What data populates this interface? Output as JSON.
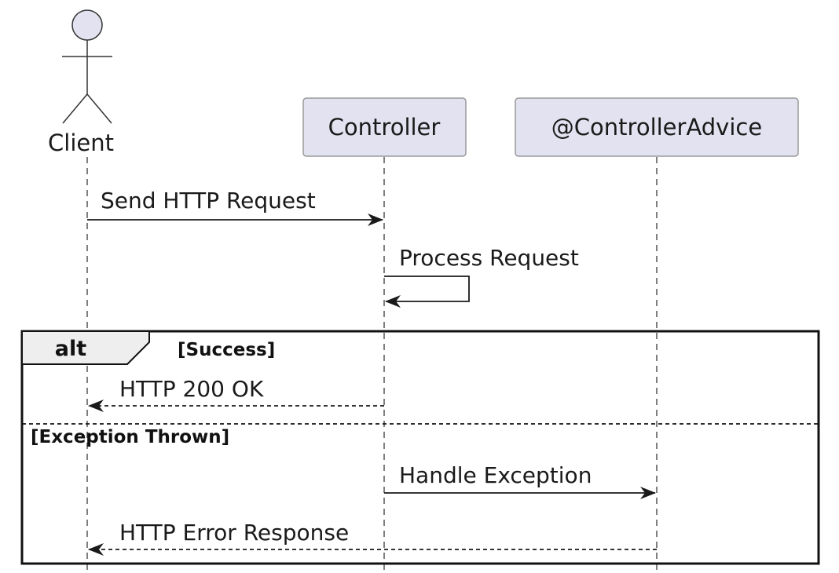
{
  "participants": {
    "client": "Client",
    "controller": "Controller",
    "advice": "@ControllerAdvice"
  },
  "messages": {
    "send_request": "Send HTTP Request",
    "process_request": "Process Request",
    "http_ok": "HTTP 200 OK",
    "handle_exception": "Handle Exception",
    "http_error": "HTTP Error Response"
  },
  "fragment": {
    "keyword": "alt",
    "guard_success": "[Success]",
    "guard_exception": "[Exception Thrown]"
  },
  "colors": {
    "participant_fill": "#e2e2f0",
    "participant_stroke": "#9a9a9a",
    "alt_tab_fill": "#eeeeee",
    "line": "#1a1a1a"
  }
}
